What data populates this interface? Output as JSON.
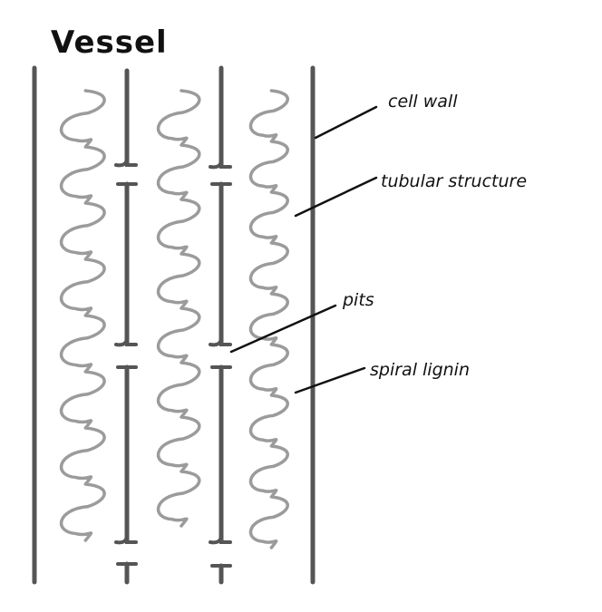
{
  "title": "Vessel",
  "labels": {
    "cell_wall": "cell wall",
    "tubular_structure": "tubular structure",
    "pits": "pits",
    "spiral_lignin": "spiral lignin"
  },
  "colors": {
    "wall": "#555555",
    "spiral": "#9b9b9b",
    "ink": "#111111",
    "background": "#ffffff"
  }
}
